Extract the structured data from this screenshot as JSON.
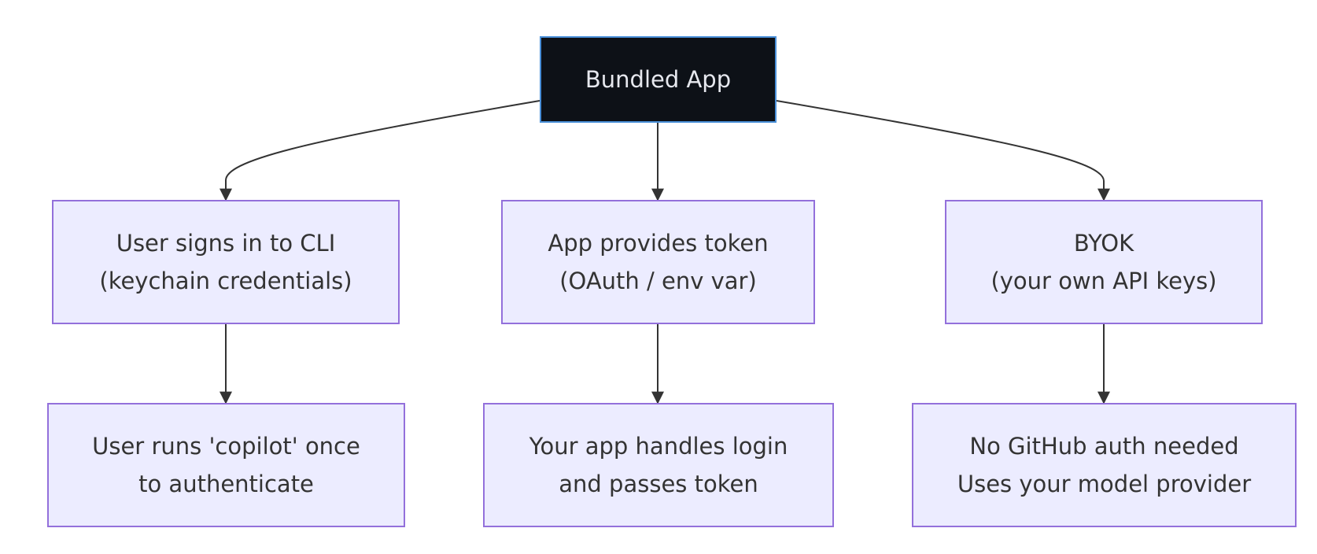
{
  "nodes": {
    "root": {
      "line1": "Bundled App"
    },
    "cli": {
      "line1": "User signs in to CLI",
      "line2": "(keychain credentials)"
    },
    "token": {
      "line1": "App provides token",
      "line2": "(OAuth / env var)"
    },
    "byok": {
      "line1": "BYOK",
      "line2": "(your own API keys)"
    },
    "copilot": {
      "line1": "User runs 'copilot' once",
      "line2": "to authenticate"
    },
    "login": {
      "line1": "Your app handles login",
      "line2": "and passes token"
    },
    "provider": {
      "line1": "No GitHub auth needed",
      "line2": "Uses your model provider"
    }
  },
  "colors": {
    "root_fill": "#0d1117",
    "root_border": "#4a90d9",
    "node_fill": "#ececff",
    "node_border": "#9370db",
    "edge": "#333333"
  }
}
